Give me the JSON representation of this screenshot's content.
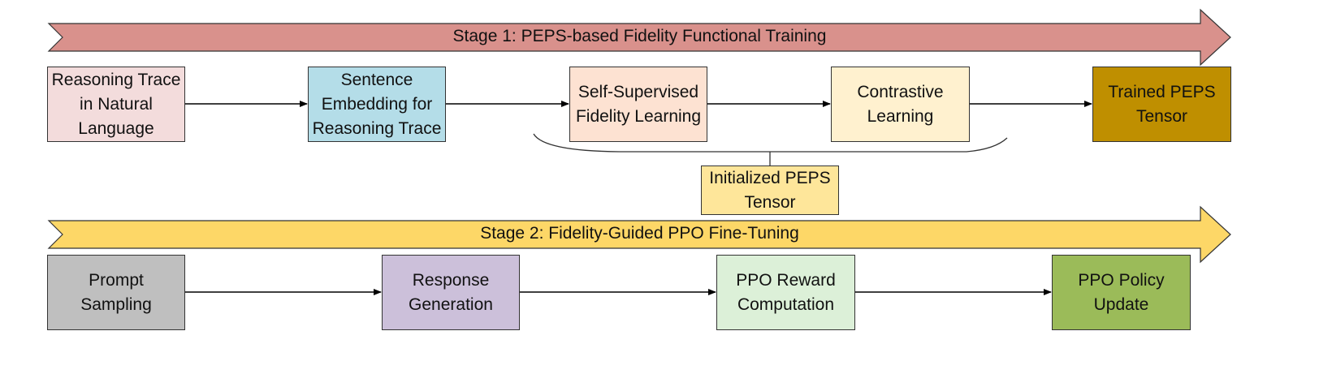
{
  "stage1": {
    "title": "Stage 1: PEPS-based Fidelity Functional Training",
    "color": "#d9918c",
    "nodes": {
      "reasoning_trace": {
        "label": "Reasoning Trace\nin Natural\nLanguage",
        "color": "#f3dcdc"
      },
      "sentence_embedding": {
        "label": "Sentence\nEmbedding for\nReasoning Trace",
        "color": "#b4dde8"
      },
      "self_supervised": {
        "label": "Self-Supervised\nFidelity Learning",
        "color": "#fde2d2"
      },
      "contrastive": {
        "label": "Contrastive\nLearning",
        "color": "#fff1cf"
      },
      "trained_peps": {
        "label": "Trained PEPS\nTensor",
        "color": "#bf8f00"
      },
      "initialized_peps": {
        "label": "Initialized PEPS\nTensor",
        "color": "#fee69a"
      }
    }
  },
  "stage2": {
    "title": "Stage 2: Fidelity-Guided PPO Fine-Tuning",
    "color": "#fdd767",
    "nodes": {
      "prompt_sampling": {
        "label": "Prompt\nSampling",
        "color": "#bfbfbf"
      },
      "response_generation": {
        "label": "Response\nGeneration",
        "color": "#ccc0da"
      },
      "ppo_reward": {
        "label": "PPO Reward\nComputation",
        "color": "#dcf0d8"
      },
      "ppo_policy": {
        "label": "PPO Policy\nUpdate",
        "color": "#9bbb59"
      }
    }
  },
  "colors": {
    "stroke": "#333333",
    "arrow": "#000000"
  }
}
